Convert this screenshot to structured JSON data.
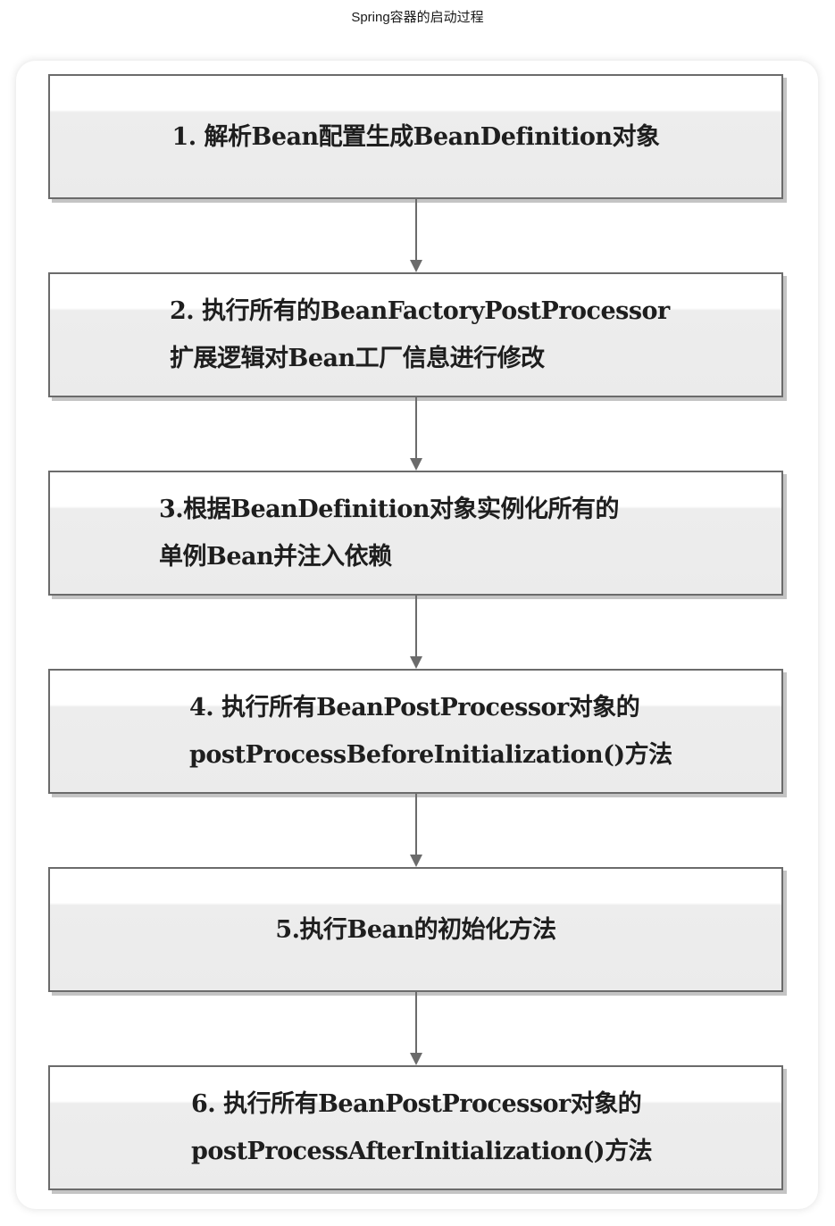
{
  "title": "Spring容器的启动过程",
  "steps": [
    {
      "lines": [
        "1. 解析Bean配置生成BeanDefinition对象"
      ]
    },
    {
      "lines": [
        "2. 执行所有的BeanFactoryPostProcessor",
        "扩展逻辑对Bean工厂信息进行修改"
      ]
    },
    {
      "lines": [
        "3.根据BeanDefinition对象实例化所有的",
        "单例Bean并注入依赖"
      ]
    },
    {
      "lines": [
        "4. 执行所有BeanPostProcessor对象的",
        "postProcessBeforeInitialization()方法"
      ]
    },
    {
      "lines": [
        "5.执行Bean的初始化方法"
      ]
    },
    {
      "lines": [
        "6. 执行所有BeanPostProcessor对象的",
        "postProcessAfterInitialization()方法"
      ]
    }
  ],
  "colors": {
    "box_border": "#6b6b6b",
    "box_fill": "#ebebeb",
    "box_shadow": "#c4c4c4",
    "arrow": "#6b6b6b",
    "text": "#1e1e1e"
  }
}
